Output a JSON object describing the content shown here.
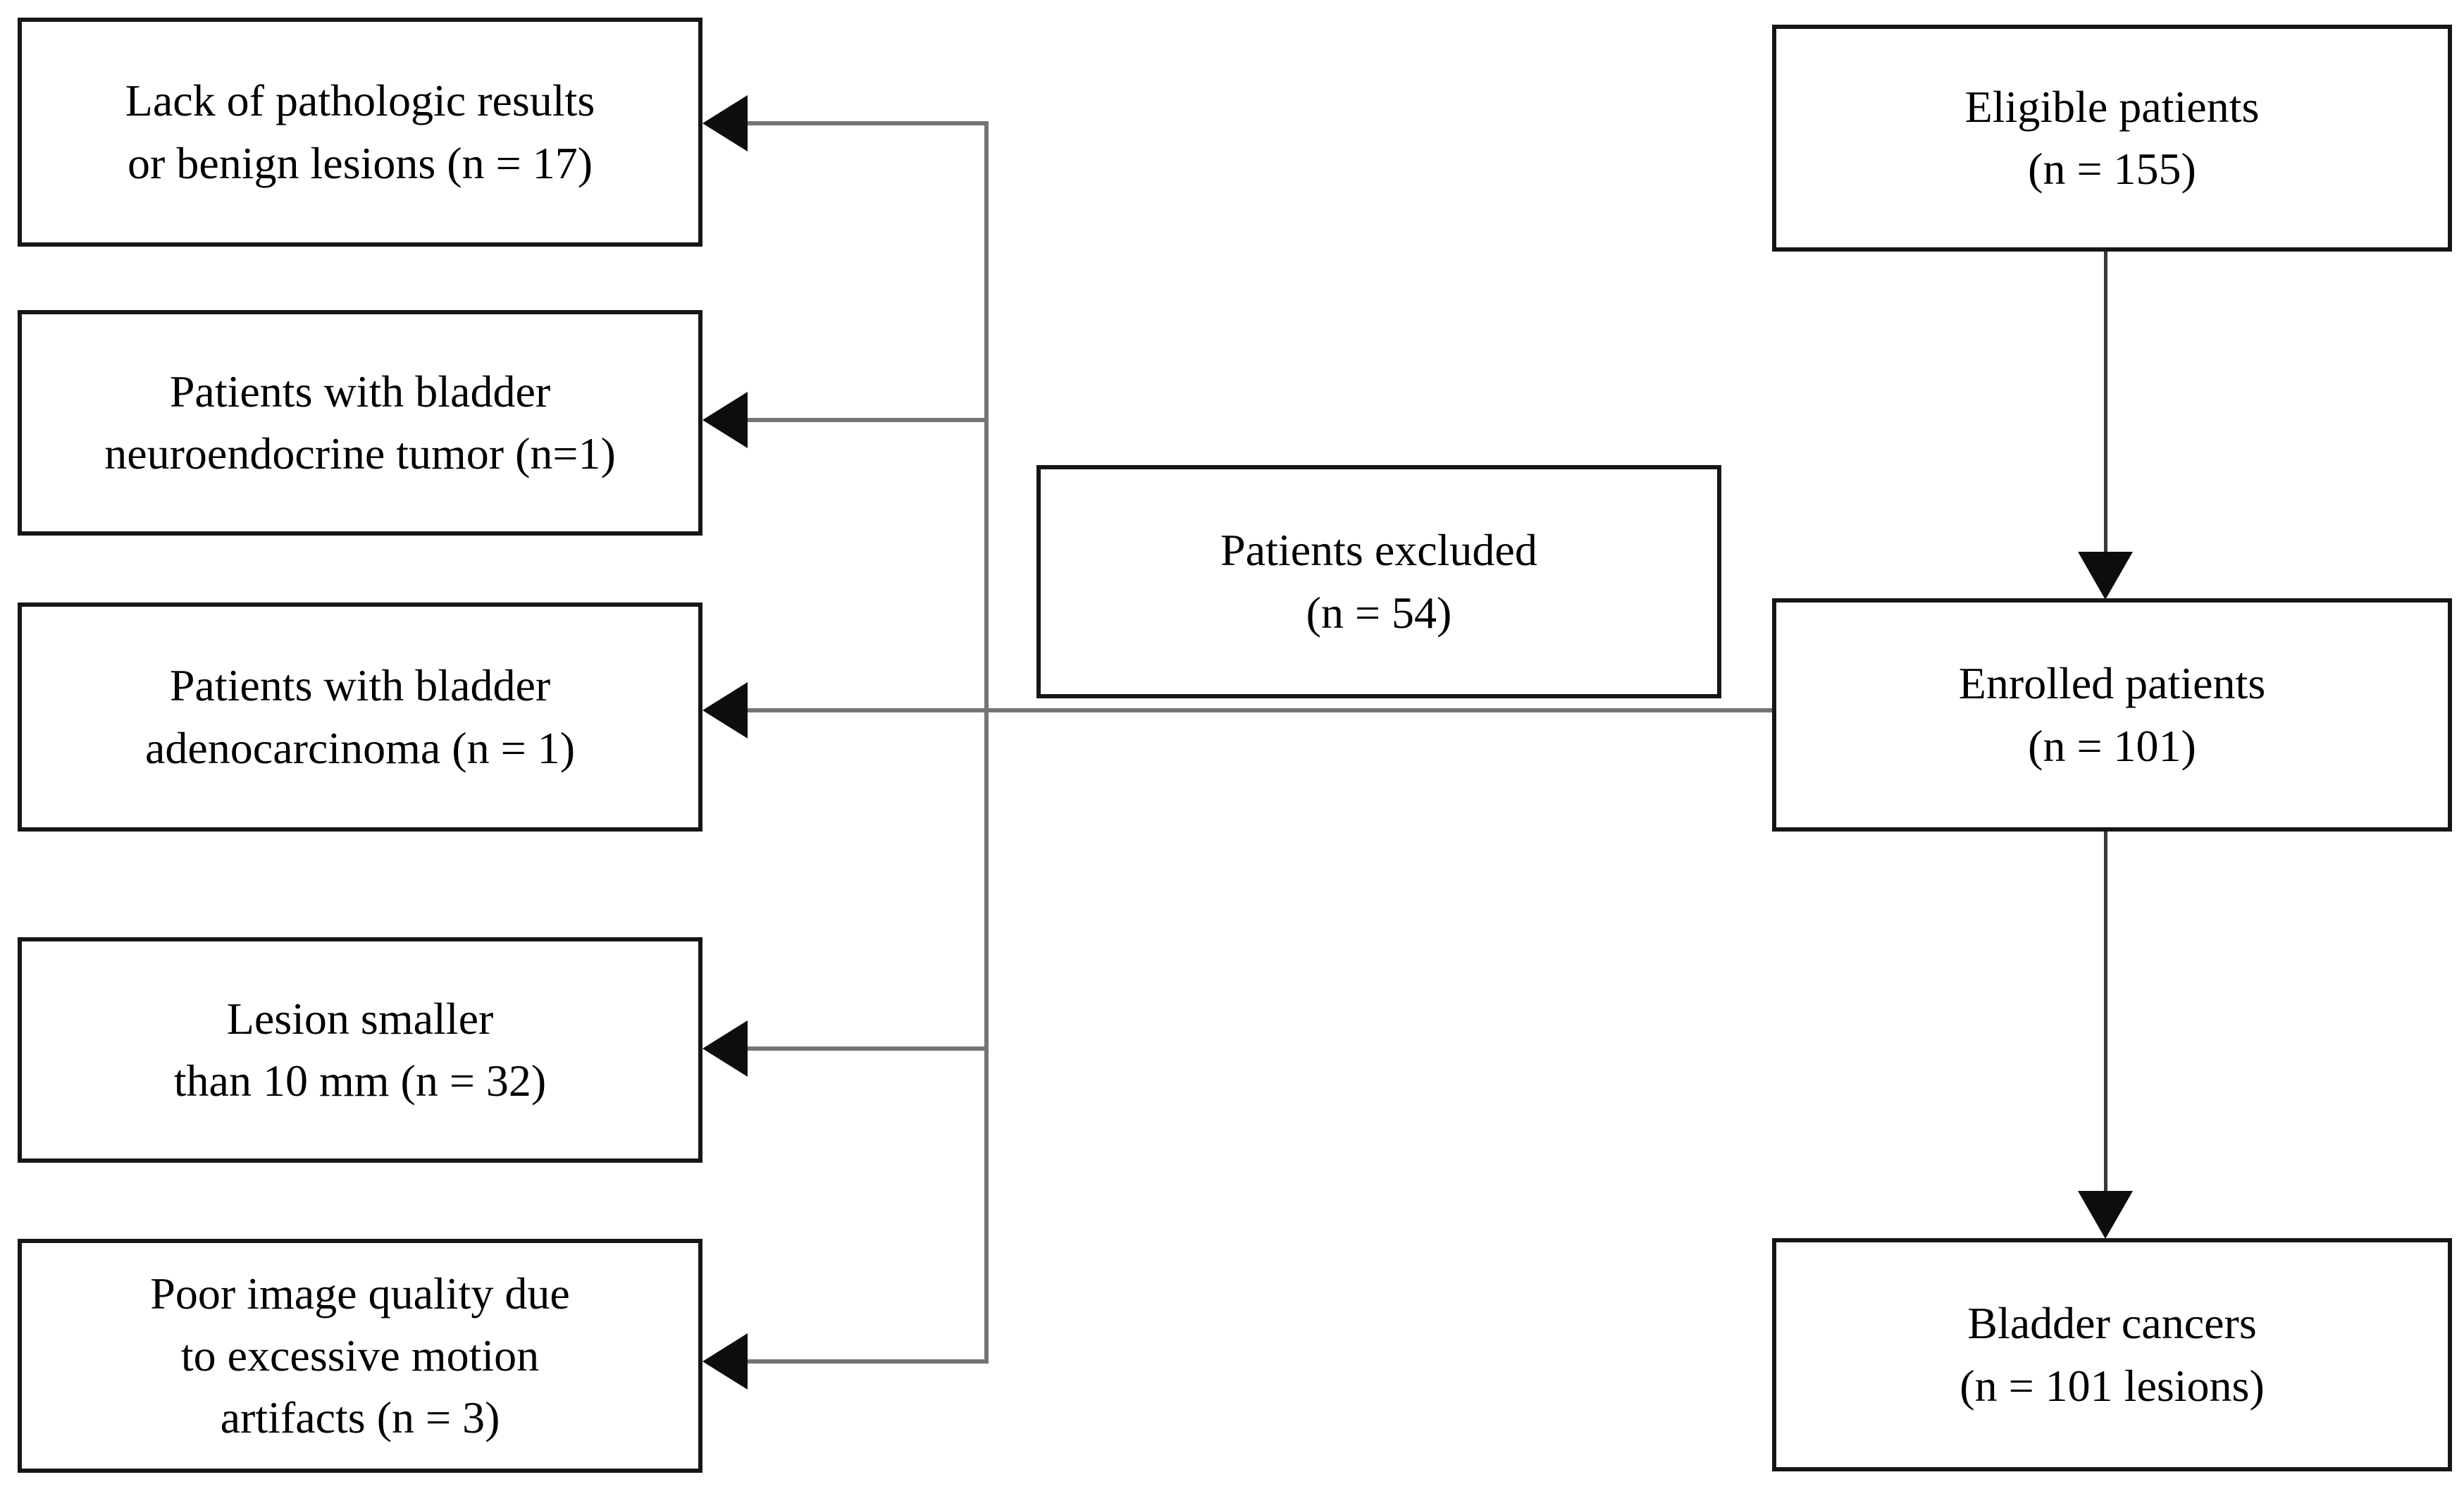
{
  "diagram": {
    "type": "patient-flow-chart",
    "colors": {
      "background": "#ffffff",
      "box_border": "#161616",
      "connector_line": "#747474",
      "arrowhead": "#0d0d0d",
      "text": "#000000"
    },
    "left_boxes": [
      {
        "label": "Lack of pathologic results\nor benign lesions (n = 17)",
        "n": 17
      },
      {
        "label": "Patients with bladder\nneuroendocrine tumor (n=1)",
        "n": 1
      },
      {
        "label": "Patients with bladder\nadenocarcinoma (n = 1)",
        "n": 1
      },
      {
        "label": "Lesion smaller\nthan 10 mm (n = 32)",
        "n": 32
      },
      {
        "label": "Poor image quality due\nto excessive motion\nartifacts (n = 3)",
        "n": 3
      }
    ],
    "middle_box": {
      "label": "Patients excluded\n(n = 54)",
      "n": 54
    },
    "right_boxes": [
      {
        "label": "Eligible patients\n(n = 155)",
        "n": 155
      },
      {
        "label": "Enrolled patients\n(n = 101)",
        "n": 101
      },
      {
        "label": "Bladder cancers\n(n = 101 lesions)",
        "n": 101
      }
    ]
  }
}
